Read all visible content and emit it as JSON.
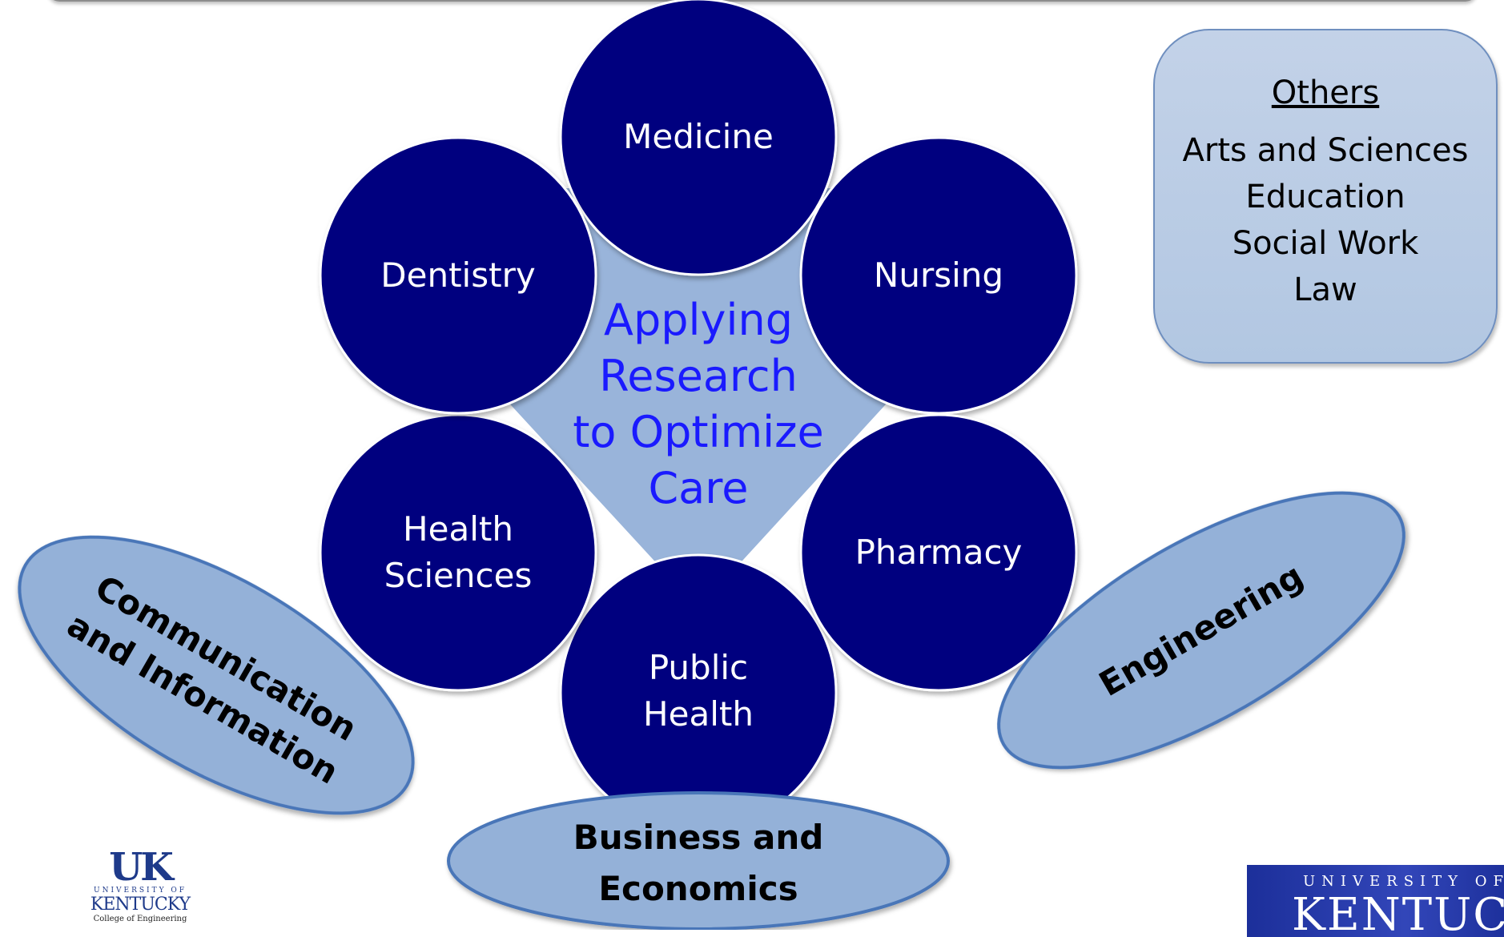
{
  "diagram": {
    "center": [
      "Applying",
      "Research",
      "to Optimize",
      "Care"
    ],
    "colleges": [
      {
        "label": [
          "Medicine"
        ]
      },
      {
        "label": [
          "Nursing"
        ]
      },
      {
        "label": [
          "Pharmacy"
        ]
      },
      {
        "label": [
          "Public",
          "Health"
        ]
      },
      {
        "label": [
          "Health",
          "Sciences"
        ]
      },
      {
        "label": [
          "Dentistry"
        ]
      }
    ],
    "ovals": {
      "communication": [
        "Communication",
        "and Information"
      ],
      "engineering": [
        "Engineering"
      ],
      "business": [
        "Business and",
        "Economics"
      ]
    },
    "colors": {
      "circle_fill": "#03037f",
      "hexagon_fill": "#99b4da",
      "oval_fill": "#94b1d8",
      "center_text": "#1a1aff"
    }
  },
  "others": {
    "title": "Others",
    "items": [
      "Arts and Sciences",
      "Education",
      "Social Work",
      "Law"
    ]
  },
  "logos": {
    "uk": {
      "mark": "UK",
      "univ": "UNIVERSITY OF",
      "kentucky": "KENTUCKY",
      "college": "College of Engineering"
    },
    "banner": {
      "univ": "UNIVERSITY OF",
      "kentucky": "KENTUCKY"
    }
  }
}
